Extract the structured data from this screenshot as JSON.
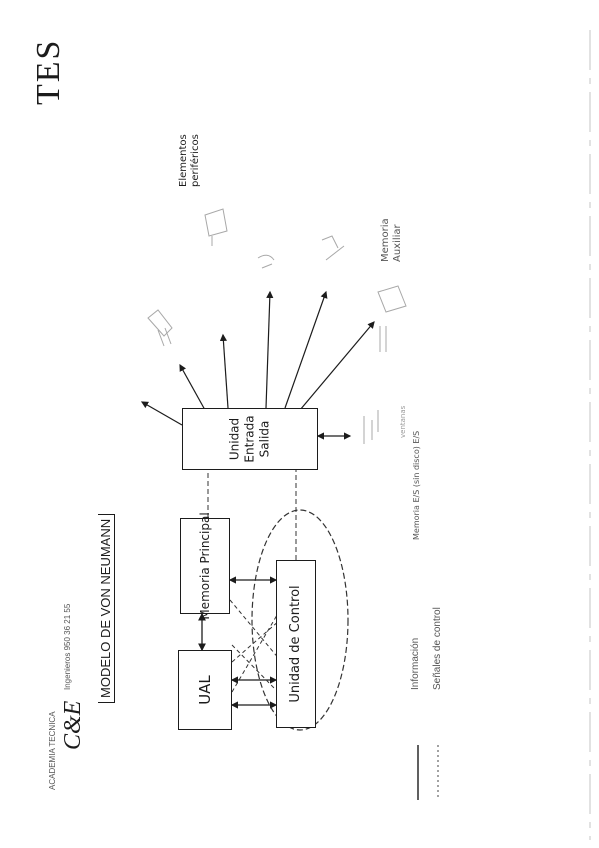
{
  "header": {
    "academy_small": "ACADEMIA TECNICA",
    "logo": "C&E",
    "logo_sub": "Ingenieros 950 36 21 55",
    "corner_logo": "TES",
    "title": "MODELO DE VON NEUMANN"
  },
  "diagram": {
    "ual": "UAL",
    "main_memory": "Memoria Principal",
    "control_unit": "Unidad de Control",
    "io_unit": "Unidad Entrada Salida",
    "peripherals": "Elementos periféricos",
    "aux_memory": "Memoria Auxiliar",
    "io_side_label": "Memoria E/S (sin disco) E/S",
    "io_small": "ventanas"
  },
  "legend": {
    "info": "Información",
    "control": "Señales de control"
  }
}
